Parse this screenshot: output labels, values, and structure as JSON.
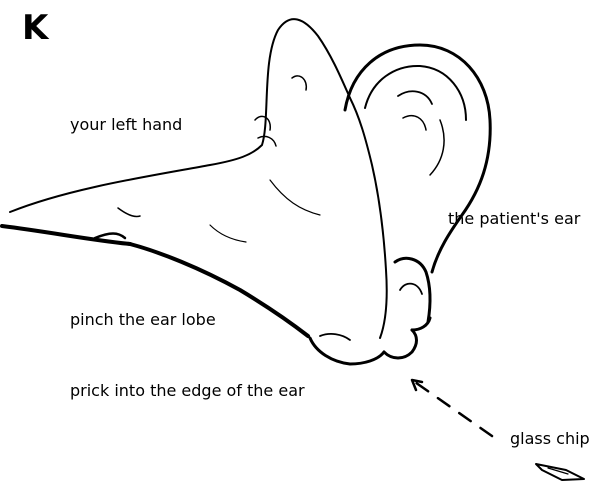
{
  "panel": {
    "letter": "K"
  },
  "labels": {
    "left_hand": "your left hand",
    "patient_ear": "the patient's ear",
    "pinch": "pinch the ear lobe",
    "prick": "prick into the edge of the ear",
    "glass_chip": "glass chip"
  }
}
